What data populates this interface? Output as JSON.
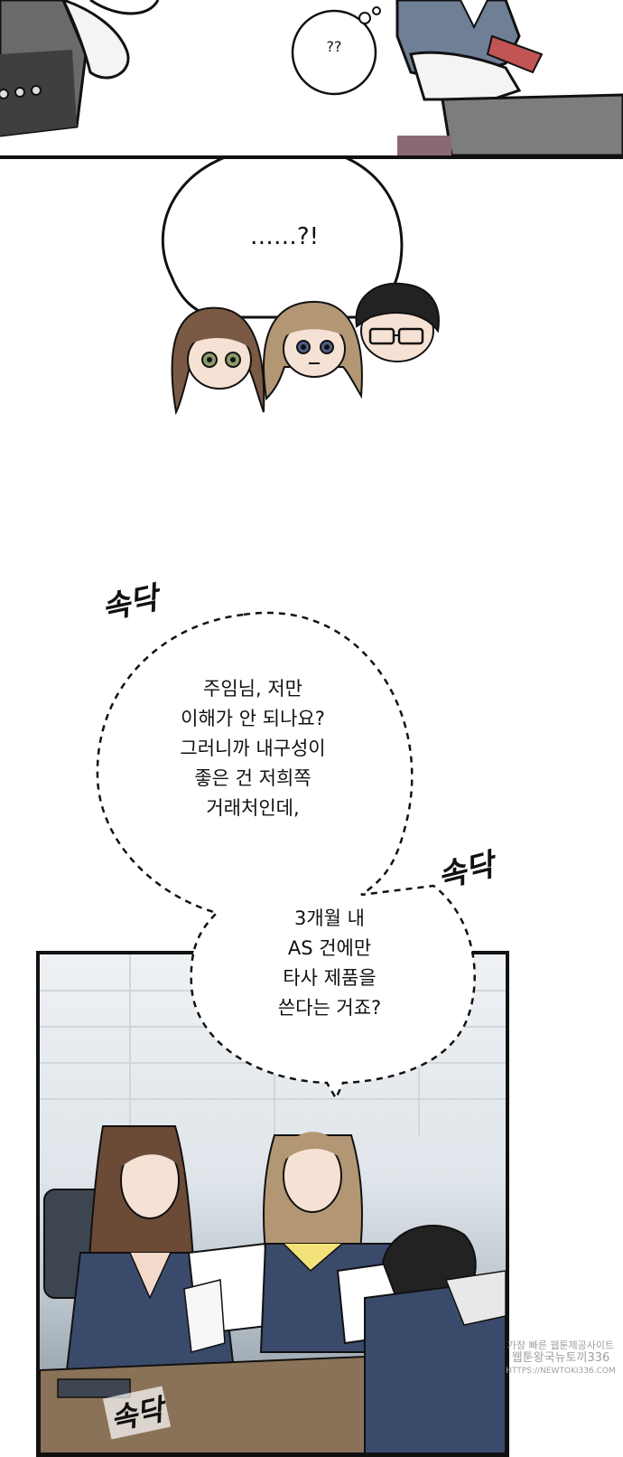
{
  "top_panel": {
    "small_bubble_text": "??"
  },
  "shock_bubble": {
    "text": "……?!"
  },
  "speech_bubble_1": {
    "lines": [
      "주임님, 저만",
      "이해가 안 되나요?",
      "그러니까 내구성이",
      "좋은 건 저희쪽",
      "거래처인데,"
    ]
  },
  "speech_bubble_2": {
    "lines": [
      "3개월 내",
      "AS 건에만",
      "타사 제품을",
      "쓴다는 거죠?"
    ]
  },
  "sound_effects": {
    "whisper_1": "속닥",
    "whisper_2": "속닥",
    "whisper_3": "속닥"
  },
  "watermark": {
    "line1": "가장 빠른 웹툰제공사이트",
    "line2": "웹툰왕국뉴토끼336",
    "line3": "HTTPS://NEWTOKI336.COM"
  },
  "colors": {
    "ink": "#111111",
    "vest_navy": "#3a4a6b",
    "hair_brown": "#7a5a45",
    "skin": "#f6e2d4",
    "yellow_shirt": "#f3e27a"
  }
}
